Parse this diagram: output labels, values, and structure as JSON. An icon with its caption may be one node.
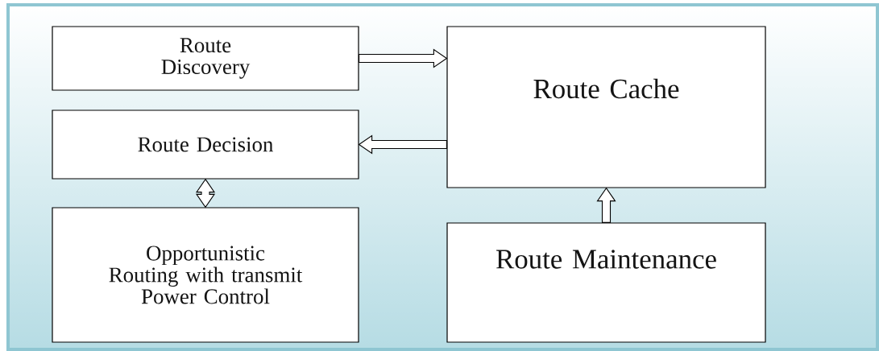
{
  "diagram": {
    "nodes": [
      {
        "text": [
          "Route Discovery"
        ]
      },
      {
        "text": [
          "Route Cache"
        ]
      },
      {
        "text": [
          "Route Decision"
        ]
      },
      {
        "text": [
          "Opportunistic Routing with transmit Power Control"
        ]
      },
      {
        "text": [
          "Route Maintenance"
        ]
      }
    ],
    "edges": [
      {
        "from": 0,
        "to": 1,
        "arrow": "to"
      },
      {
        "from": 1,
        "to": 2,
        "arrow": "to"
      },
      {
        "from": 2,
        "to": 3,
        "arrow": "both"
      },
      {
        "from": 4,
        "to": 1,
        "arrow": "to"
      }
    ]
  }
}
